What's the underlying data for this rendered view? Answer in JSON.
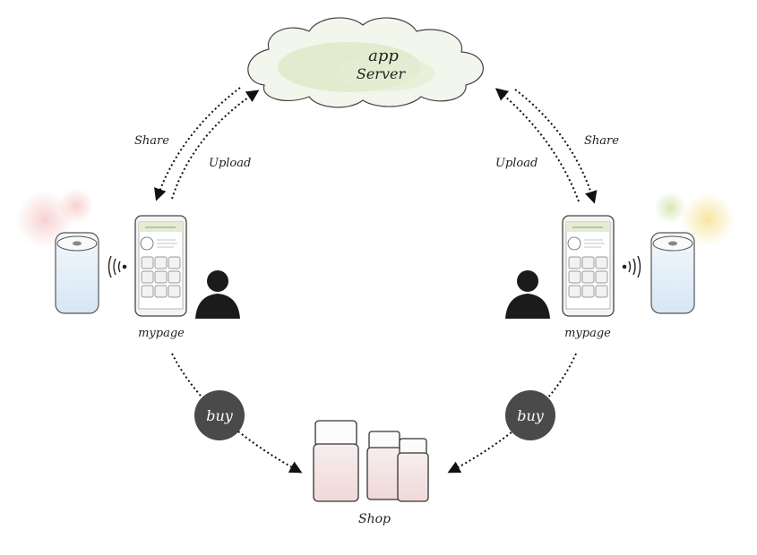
{
  "cloud": {
    "line1": "app",
    "line2": "Server"
  },
  "left": {
    "share_label": "Share",
    "upload_label": "Upload",
    "phone_label": "mypage",
    "buy_label": "buy"
  },
  "right": {
    "share_label": "Share",
    "upload_label": "Upload",
    "phone_label": "mypage",
    "buy_label": "buy"
  },
  "shop": {
    "label": "Shop"
  },
  "colors": {
    "cloud_fill": "#dfe8c8",
    "buy_circle": "#4a4a4a",
    "person": "#1b1b1b",
    "arrow": "#111111"
  },
  "icons": [
    "cloud-icon",
    "phone-icon",
    "person-icon",
    "diffuser-icon",
    "bottle-icon",
    "signal-icon"
  ]
}
